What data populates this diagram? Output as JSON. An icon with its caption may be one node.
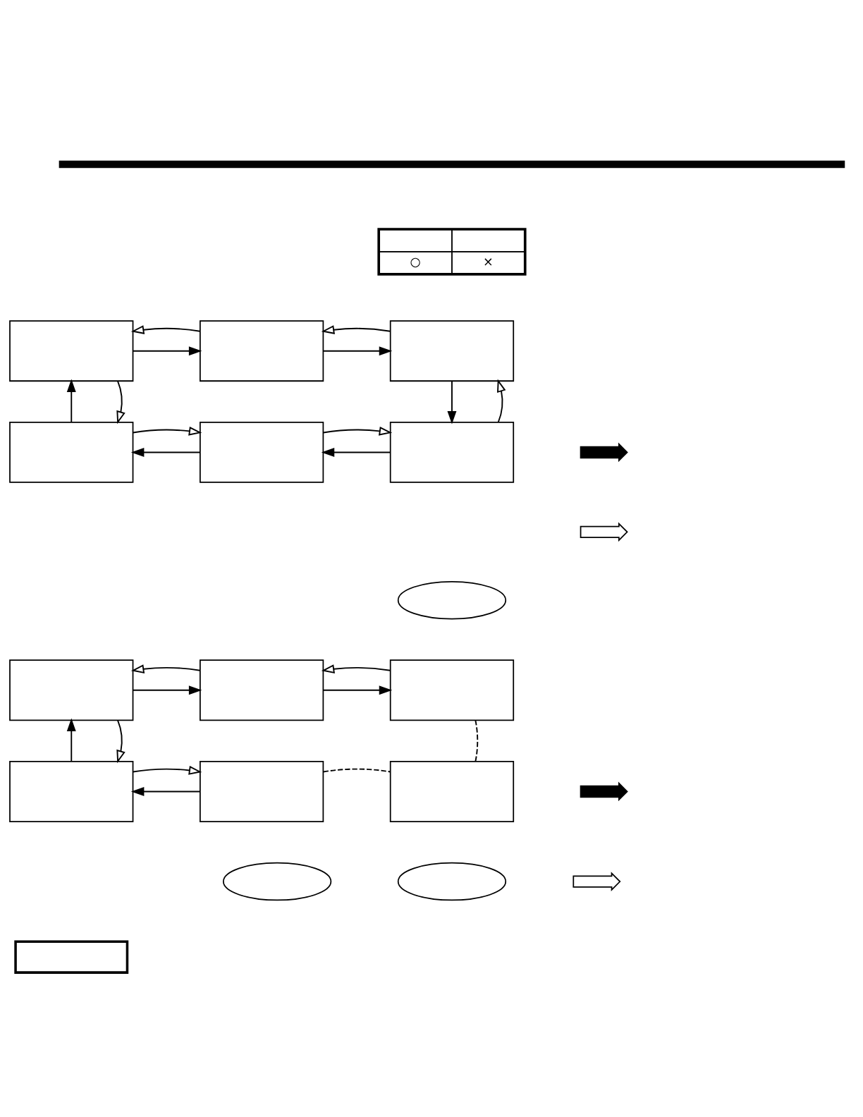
{
  "diagram": {
    "nodes": [
      {
        "text": [],
        "shape": "box"
      },
      {
        "text": [],
        "shape": "box"
      },
      {
        "text": [],
        "shape": "box"
      },
      {
        "text": [],
        "shape": "box"
      },
      {
        "text": [],
        "shape": "box"
      },
      {
        "text": [],
        "shape": "box"
      },
      {
        "text": [],
        "shape": "cloud"
      },
      {
        "text": [],
        "shape": "box"
      },
      {
        "text": [],
        "shape": "box"
      },
      {
        "text": [],
        "shape": "box"
      },
      {
        "text": [],
        "shape": "box"
      },
      {
        "text": [],
        "shape": "box"
      },
      {
        "text": [],
        "shape": "box"
      },
      {
        "text": [],
        "shape": "cloud"
      },
      {
        "text": [],
        "shape": "cloud"
      },
      {
        "text": [],
        "shape": "box"
      },
      {
        "text": [],
        "shape": "arrow"
      },
      {
        "text": [],
        "shape": "arrow"
      },
      {
        "text": [],
        "shape": "arrow"
      },
      {
        "text": [],
        "shape": "arrow"
      }
    ],
    "edges": [
      {
        "from": 0,
        "to": 1,
        "arrow": "to"
      },
      {
        "from": 1,
        "to": 0,
        "arrow": "to"
      },
      {
        "from": 1,
        "to": 2,
        "arrow": "to"
      },
      {
        "from": 2,
        "to": 1,
        "arrow": "to"
      },
      {
        "from": 2,
        "to": 5,
        "arrow": "to"
      },
      {
        "from": 5,
        "to": 2,
        "arrow": "to"
      },
      {
        "from": 5,
        "to": 4,
        "arrow": "to"
      },
      {
        "from": 4,
        "to": 5,
        "arrow": "to"
      },
      {
        "from": 4,
        "to": 3,
        "arrow": "to"
      },
      {
        "from": 3,
        "to": 4,
        "arrow": "to"
      },
      {
        "from": 3,
        "to": 0,
        "arrow": "to"
      },
      {
        "from": 0,
        "to": 3,
        "arrow": "to"
      },
      {
        "from": 7,
        "to": 8,
        "arrow": "to"
      },
      {
        "from": 8,
        "to": 7,
        "arrow": "to"
      },
      {
        "from": 8,
        "to": 9,
        "arrow": "to"
      },
      {
        "from": 9,
        "to": 8,
        "arrow": "to"
      },
      {
        "from": 11,
        "to": 10,
        "arrow": "to"
      },
      {
        "from": 10,
        "to": 11,
        "arrow": "to"
      },
      {
        "from": 10,
        "to": 7,
        "arrow": "to"
      },
      {
        "from": 7,
        "to": 10,
        "arrow": "to"
      },
      {
        "from": 9,
        "to": 12,
        "arrow": "none",
        "style": "dashed"
      },
      {
        "from": 11,
        "to": 12,
        "arrow": "none",
        "style": "dashed"
      }
    ],
    "labels": [
      "○",
      "×"
    ]
  }
}
